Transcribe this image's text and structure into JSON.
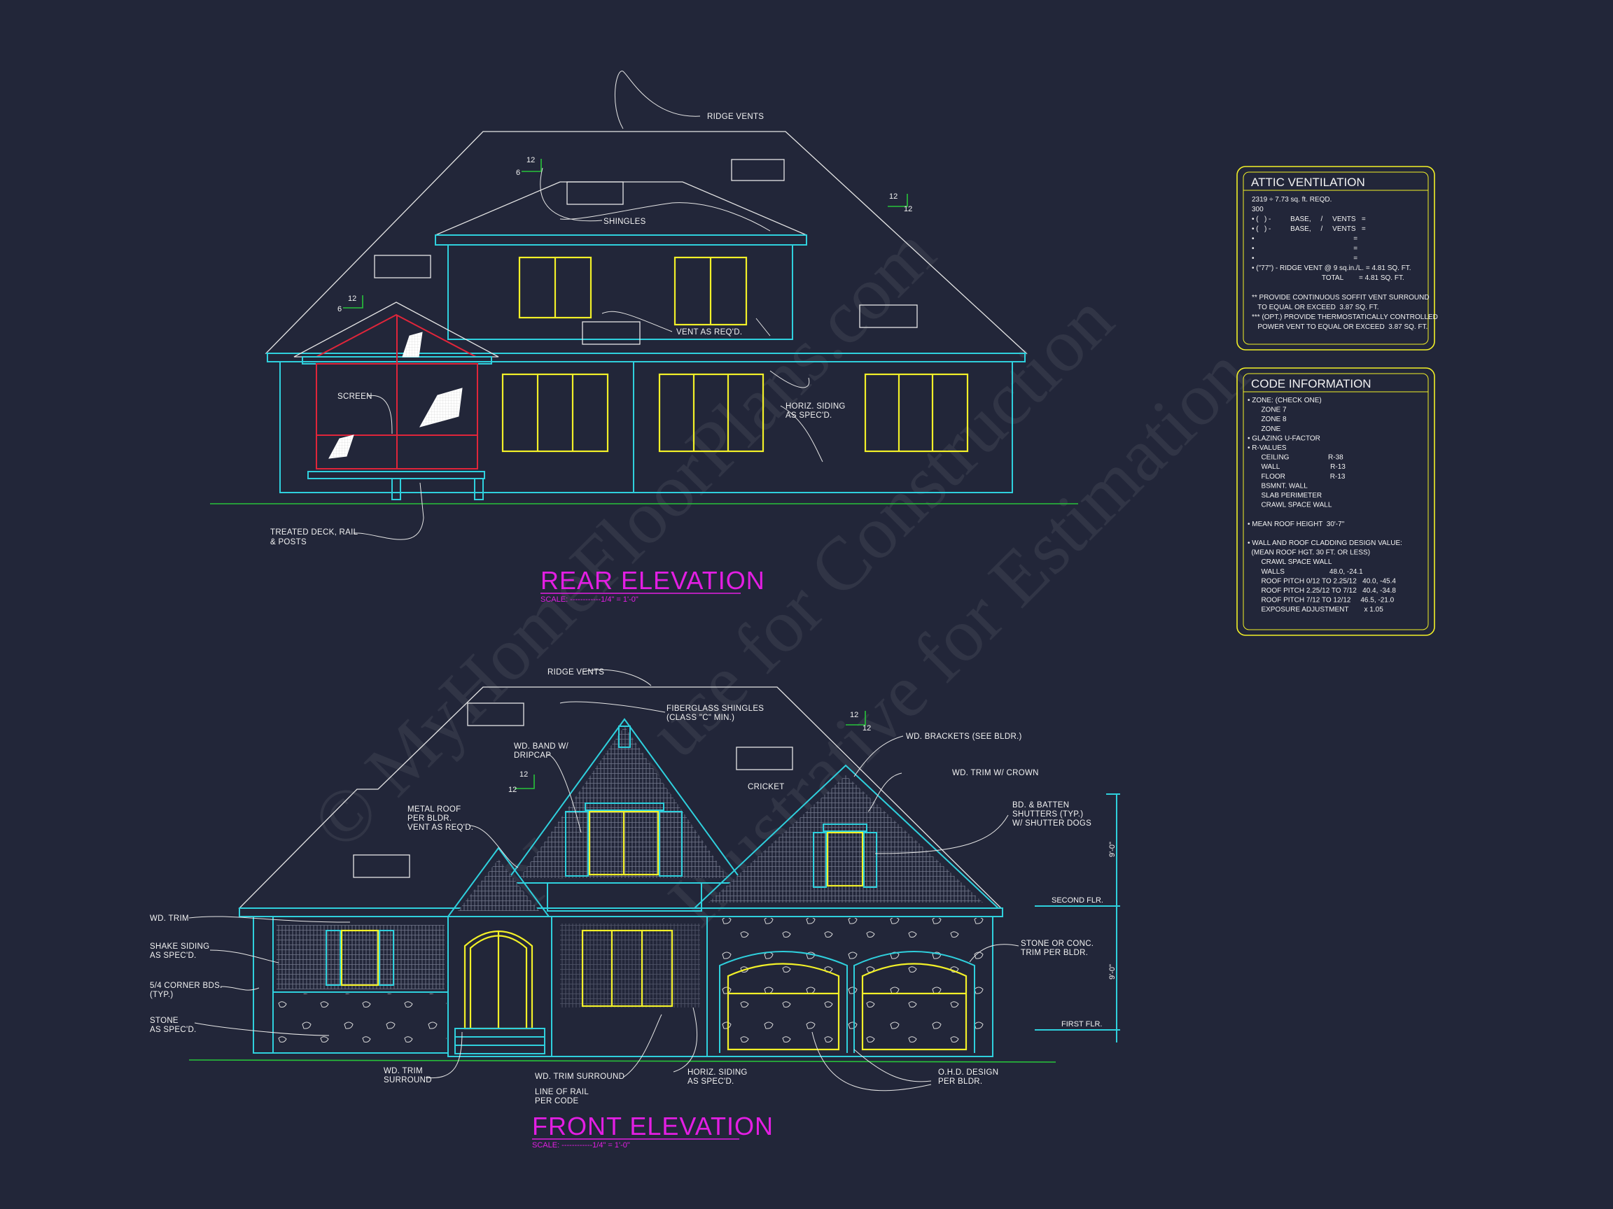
{
  "watermark": {
    "line1": "© MyHomeFloorPlans.com",
    "line2": "Not to use for Construction",
    "line3": "Illustrative for Estimation"
  },
  "rear_elevation": {
    "title": "REAR ELEVATION",
    "scale": "SCALE: ------------1/4\" = 1'-0\"",
    "labels": {
      "ridge_vents": "RIDGE VENTS",
      "shingles": "SHINGLES",
      "vent_as_reqd": "VENT AS REQ'D.",
      "screen": "SCREEN",
      "horiz_siding_l1": "HORIZ. SIDING",
      "horiz_siding_l2": "AS SPEC'D.",
      "deck_l1": "TREATED DECK, RAIL",
      "deck_l2": "& POSTS"
    },
    "pitch": {
      "rise": "6",
      "run": "12"
    }
  },
  "front_elevation": {
    "title": "FRONT ELEVATION",
    "scale": "SCALE: ------------1/4\" = 1'-0\"",
    "labels": {
      "ridge_vents": "RIDGE VENTS",
      "fiberglass_l1": "FIBERGLASS SHINGLES",
      "fiberglass_l2": "(CLASS \"C\" MIN.)",
      "wd_band_l1": "WD. BAND W/",
      "wd_band_l2": "DRIPCAP",
      "wd_brackets": "WD. BRACKETS (SEE BLDR.)",
      "wd_trim_crown": "WD. TRIM W/ CROWN",
      "cricket": "CRICKET",
      "metal_roof_l1": "METAL ROOF",
      "metal_roof_l2": "PER BLDR.",
      "metal_roof_l3": "VENT AS REQ'D.",
      "bd_batten_l1": "BD. & BATTEN",
      "bd_batten_l2": "SHUTTERS (TYP.)",
      "bd_batten_l3": "W/ SHUTTER DOGS",
      "wd_trim": "WD. TRIM",
      "shake_l1": "SHAKE SIDING",
      "shake_l2": "AS SPEC'D.",
      "corner_l1": "5/4 CORNER BDS.",
      "corner_l2": "(TYP.)",
      "stone_l1": "STONE",
      "stone_l2": "AS SPEC'D.",
      "wd_trim_surround_l1": "WD. TRIM",
      "wd_trim_surround_l2": "SURROUND",
      "wd_trim_surround2": "WD. TRIM SURROUND",
      "line_rail_l1": "LINE OF RAIL",
      "line_rail_l2": "PER CODE",
      "horiz_siding_l1": "HORIZ. SIDING",
      "horiz_siding_l2": "AS SPEC'D.",
      "ohd_l1": "O.H.D. DESIGN",
      "ohd_l2": "PER BLDR.",
      "stone_trim_l1": "STONE OR CONC.",
      "stone_trim_l2": "TRIM PER BLDR.",
      "second_flr": "SECOND FLR.",
      "first_flr": "FIRST FLR.",
      "dim_upper": "9'-0\"",
      "dim_lower": "9'-0\""
    },
    "pitch": {
      "rise": "12",
      "run": "12"
    }
  },
  "attic_ventilation": {
    "heading": "ATTIC VENTILATION",
    "lines": [
      "2319 ÷ 7.73 sq. ft. REQD.",
      "300",
      "• (   ) -          BASE,     /     VENTS   =",
      "• (   ) -          BASE,     /     VENTS   =",
      "•                                                   =",
      "•                                                   =",
      "•                                                   =",
      "• (\"77\") - RIDGE VENT @ 9 sq.in./L. = 4.81 SQ. FT.",
      "                                    TOTAL        = 4.81 SQ. FT.",
      "",
      "** PROVIDE CONTINUOUS SOFFIT VENT SURROUND",
      "   TO EQUAL OR EXCEED  3.87 SQ. FT.",
      "*** (OPT.) PROVIDE THERMOSTATICALLY CONTROLLED",
      "   POWER VENT TO EQUAL OR EXCEED  3.87 SQ. FT."
    ]
  },
  "code_information": {
    "heading": "CODE INFORMATION",
    "lines": [
      "• ZONE: (CHECK ONE)",
      "       ZONE 7",
      "       ZONE 8",
      "       ZONE",
      "• GLAZING U-FACTOR",
      "• R-VALUES",
      "       CEILING                    R-38",
      "       WALL                          R-13",
      "       FLOOR                       R-13",
      "       BSMNT. WALL",
      "       SLAB PERIMETER",
      "       CRAWL SPACE WALL",
      "",
      "• MEAN ROOF HEIGHT  30'-7\"",
      "",
      "• WALL AND ROOF CLADDING DESIGN VALUE:",
      "  (MEAN ROOF HGT. 30 FT. OR LESS)",
      "       CRAWL SPACE WALL",
      "       WALLS                       48.0, -24.1",
      "       ROOF PITCH 0/12 TO 2.25/12   40.0, -45.4",
      "       ROOF PITCH 2.25/12 TO 7/12   40.4, -34.8",
      "       ROOF PITCH 7/12 TO 12/12     46.5, -21.0",
      "       EXPOSURE ADJUSTMENT        x 1.05"
    ]
  },
  "colors": {
    "background": "#222639",
    "lines": "#e6e6e6",
    "trim_cyan": "#2fd0dd",
    "windows_yellow": "#f2f028",
    "screen_red": "#e0253a",
    "grade_green": "#27c43a",
    "titles_magenta": "#e31ee3"
  }
}
